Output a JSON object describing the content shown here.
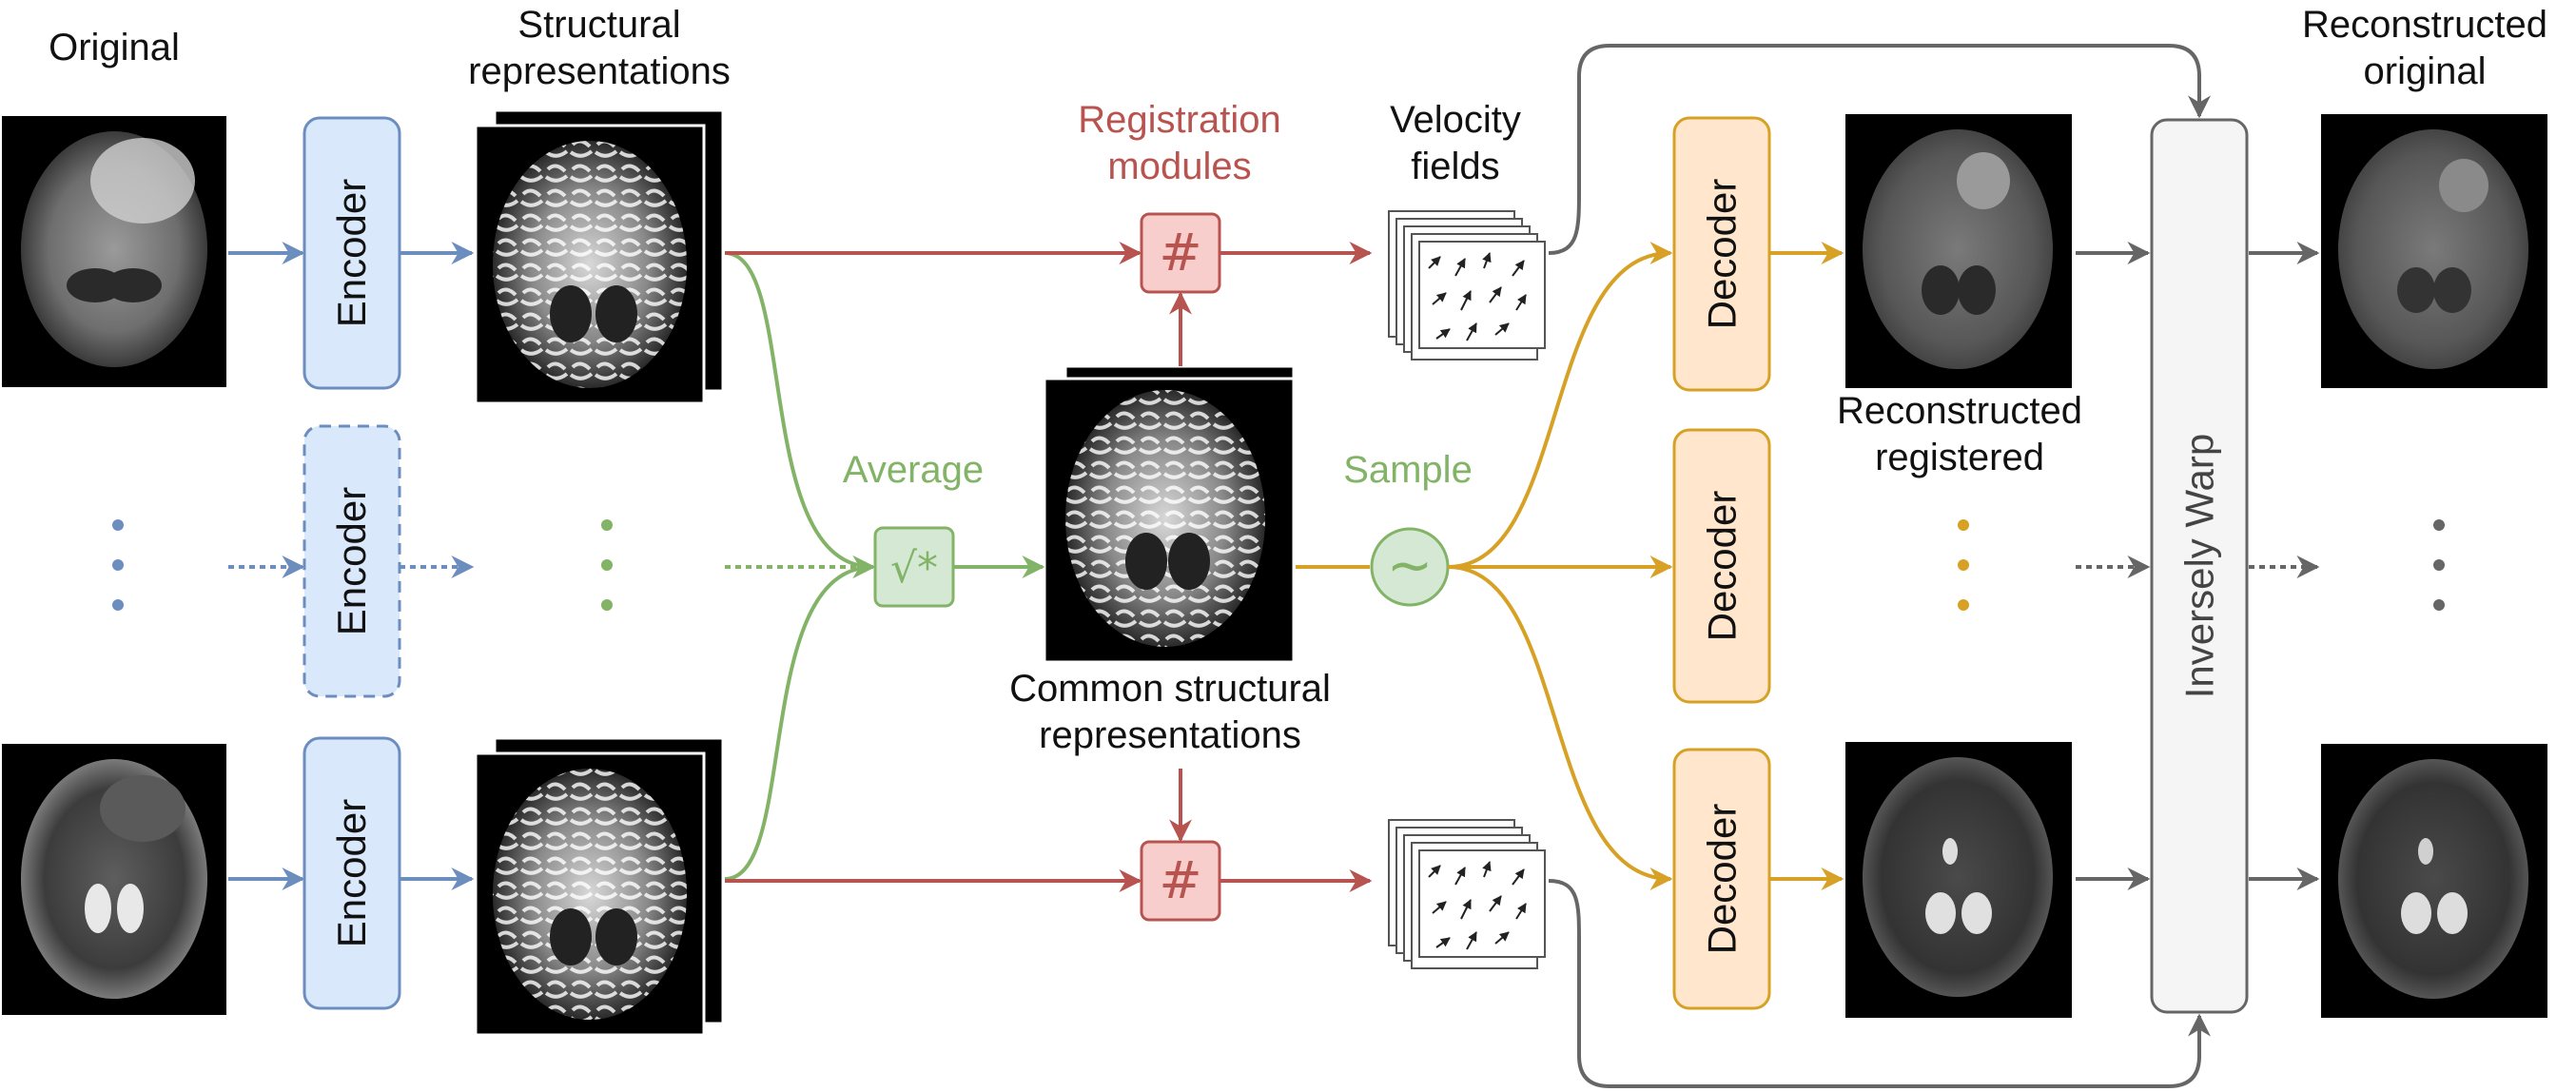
{
  "labels": {
    "original": "Original",
    "structural": [
      "Structural",
      "representations"
    ],
    "registration_modules": [
      "Registration",
      "modules"
    ],
    "velocity_fields": [
      "Velocity",
      "fields"
    ],
    "reconstructed_original": [
      "Reconstructed",
      "original"
    ],
    "average": "Average",
    "sample": "Sample",
    "common_structural": [
      "Common structural",
      "representations"
    ],
    "reconstructed_registered": [
      "Reconstructed",
      "registered"
    ],
    "encoder": "Encoder",
    "decoder": "Decoder",
    "inversely_warp": "Inversely Warp"
  },
  "icons": {
    "average_op": "sqrt-star-icon",
    "sample_op": "tilde-icon",
    "registration_op": "hash-icon"
  },
  "colors": {
    "encoder_blue": "#6c8ebf",
    "encoder_fill": "#dae8fc",
    "average_green": "#82b366",
    "average_fill": "#d5e8d4",
    "registration_red": "#b85450",
    "registration_fill": "#f8cecc",
    "decoder_orange": "#d6a125",
    "decoder_fill": "#ffe6cc",
    "warp_grey": "#666666",
    "warp_fill": "#f5f5f5"
  }
}
